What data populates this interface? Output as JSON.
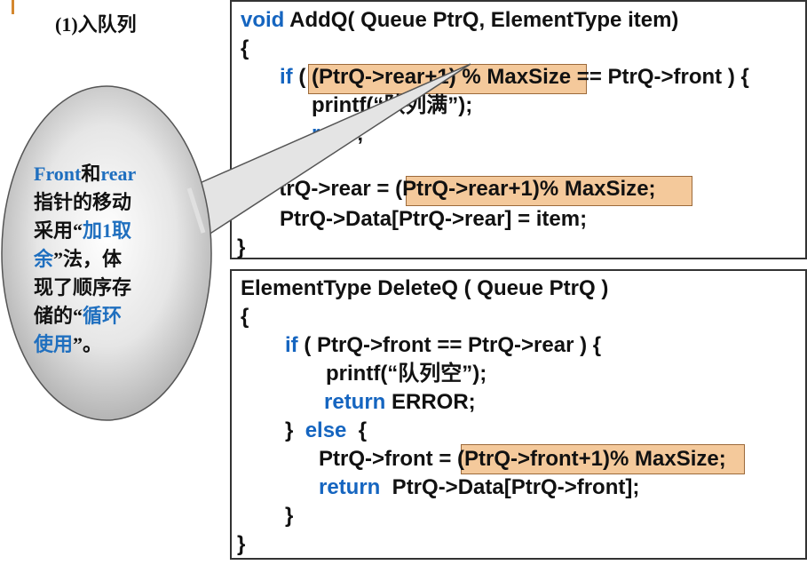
{
  "section_title": "(1)入队列",
  "addq": {
    "signature": "void AddQ( Queue PtrQ, ElementType item)",
    "signature_kw": "void",
    "signature_rest": " AddQ( Queue PtrQ, ElementType item)",
    "open_brace": "{",
    "if_kw": "if",
    "if_line_a": " ( ",
    "if_highlight": "(PtrQ->rear+1) % MaxSiz",
    "if_line_b": "e == PtrQ->front ) {",
    "printf_line": "printf(“队列满”);",
    "return_kw": "ret",
    "return_rest": "   ;",
    "rear_line_a": "  trQ->rear ",
    "rear_highlight": "= (PtrQ->rear+1)% MaxSiz",
    "rear_line_b": "e;",
    "data_line": "PtrQ->Data[PtrQ->rear] = item;",
    "close_brace": "}"
  },
  "deleteq": {
    "signature": "ElementType DeleteQ ( Queue PtrQ )",
    "open_brace": "{",
    "if_kw": "if",
    "if_rest": " ( PtrQ->front == PtrQ->rear ) {",
    "printf_line": "printf(“队列空”);",
    "return_kw": "return",
    "return_rest": " ERROR;",
    "else_a": "}  ",
    "else_kw": "else",
    "else_b": "  {",
    "front_line_a": "PtrQ->front ",
    "front_highlight": "= (PtrQ->front+1)% MaxSiz",
    "front_line_b": "e;",
    "return2_kw": "return",
    "return2_rest": "  PtrQ->Data[PtrQ->front];",
    "inner_close": "}",
    "close_brace": "}"
  },
  "callout": {
    "front": "Front",
    "and": "和",
    "rear": "rear",
    "line2": "指针的移动",
    "line3a": "采用“",
    "line3b": "加1取",
    "line4a": "余",
    "line4b": "”法，体",
    "line5": "现了顺序存",
    "line6a": "储的“",
    "line6b": "循环",
    "line7a": "使用",
    "line7b": "”。"
  },
  "colors": {
    "keyword": "#1565c0",
    "highlight": "#f4c99b",
    "callout_blue": "#1f6fbf",
    "accent": "#d4882e"
  }
}
